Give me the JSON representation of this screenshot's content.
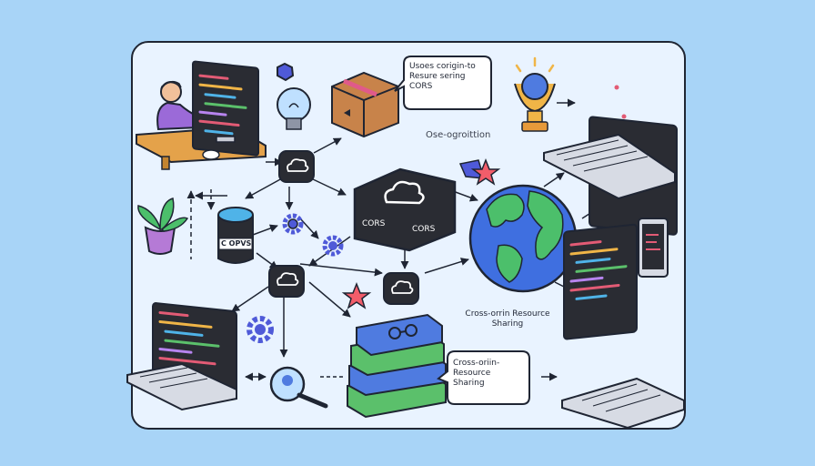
{
  "labels": {
    "bubble_top": "Usoes corigin-to\nResure sering\nCORS",
    "ose_origition": "Ose-ogroittion",
    "cross_origin": "Cross-orrin Resource\nSharing",
    "bubble_bottom": "Cross-oriin-\nResource\nSharing",
    "hub_left": "CORS",
    "hub_right": "CORS",
    "cylinder_text": "C OPVS"
  },
  "colors": {
    "background": "#a8d4f7",
    "panel": "#e9f3ff",
    "outline": "#1f2533",
    "node": "#2a2c33",
    "globe_ocean": "#3f6fe0",
    "globe_land": "#4cbf6b",
    "accent_purple": "#8b5cf6",
    "book_green": "#5bc06b",
    "book_blue": "#4f7be0"
  },
  "icons": [
    "person-icon",
    "desk-icon",
    "desktop-monitor-icon",
    "lightbulb-icon",
    "package-box-icon",
    "trophy-lamp-icon",
    "laptop-icon",
    "cloud-node-icon",
    "cors-hub-icon",
    "globe-icon",
    "database-cylinder-icon",
    "gear-icon",
    "plant-icon",
    "phone-icon",
    "books-icon",
    "magnifier-icon",
    "star-icon"
  ]
}
